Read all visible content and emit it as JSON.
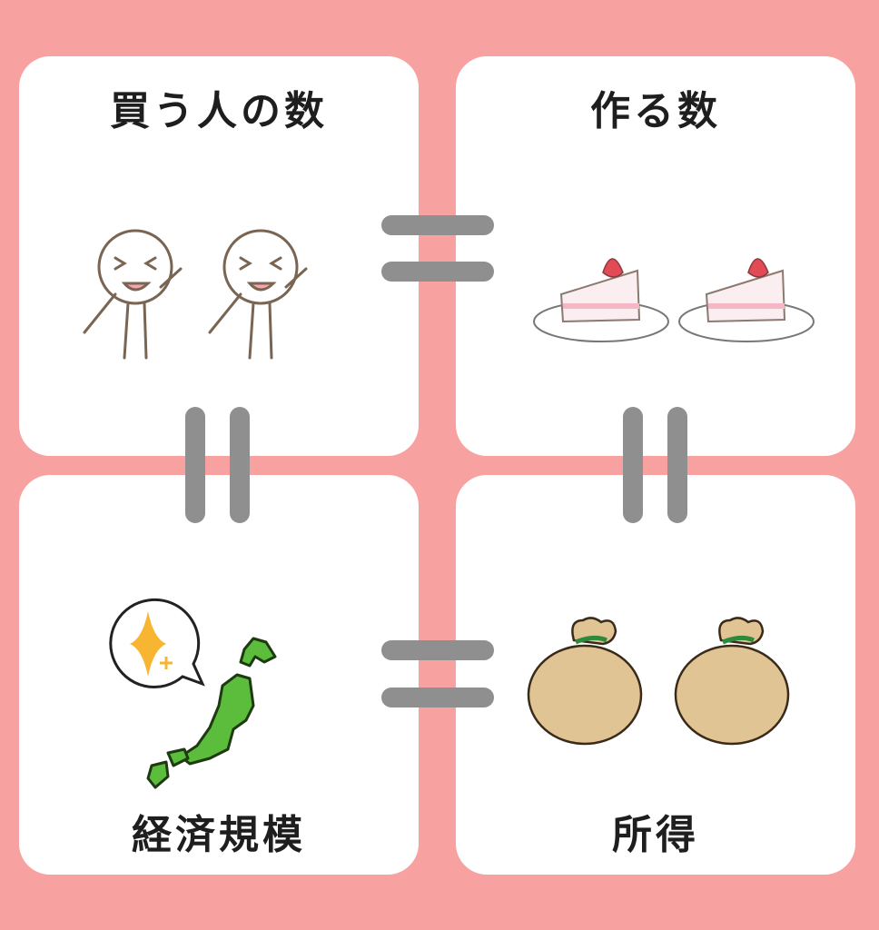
{
  "cards": {
    "buyers": {
      "label": "買う人の数"
    },
    "produced": {
      "label": "作る数"
    },
    "economy": {
      "label": "経済規模"
    },
    "income": {
      "label": "所得"
    }
  },
  "colors": {
    "background": "#f7a2a0",
    "card": "#ffffff",
    "equals": "#8f8f8f",
    "map_green": "#5cbc3c",
    "bag": "#e1c493",
    "sparkle": "#f7b531"
  }
}
